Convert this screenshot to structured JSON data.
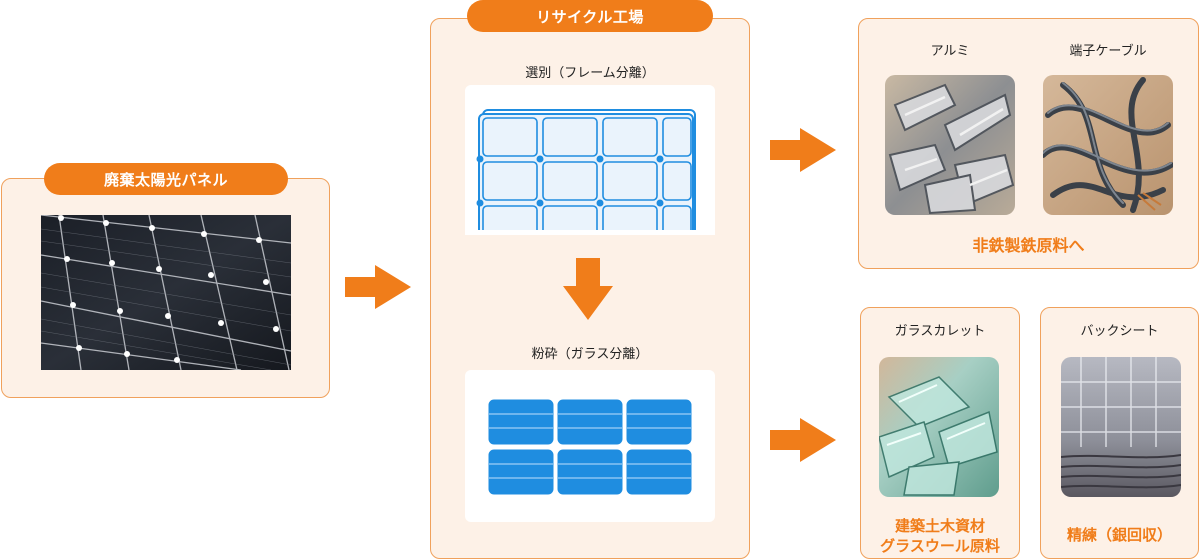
{
  "source": {
    "title": "廃棄太陽光パネル"
  },
  "factory": {
    "title": "リサイクル工場",
    "step1": "選別（フレーム分離）",
    "step2": "粉砕（ガラス分離）"
  },
  "nonferrous": {
    "item1": "アルミ",
    "item2": "端子ケーブル",
    "result": "非鉄製鉄原料へ"
  },
  "glass": {
    "item": "ガラスカレット",
    "result_line1": "建築土木資材",
    "result_line2": "グラスウール原料"
  },
  "backsheet": {
    "item": "バックシート",
    "result": "精練（銀回収）"
  },
  "colors": {
    "accent": "#f07d1a",
    "panel_bg": "#fdf1e7",
    "panel_border": "#f0a15c",
    "cell_blue": "#1f8de0"
  },
  "icons": [
    "arrow-right-icon",
    "arrow-down-icon",
    "solar-panel-frame-icon",
    "solar-cells-icon"
  ]
}
